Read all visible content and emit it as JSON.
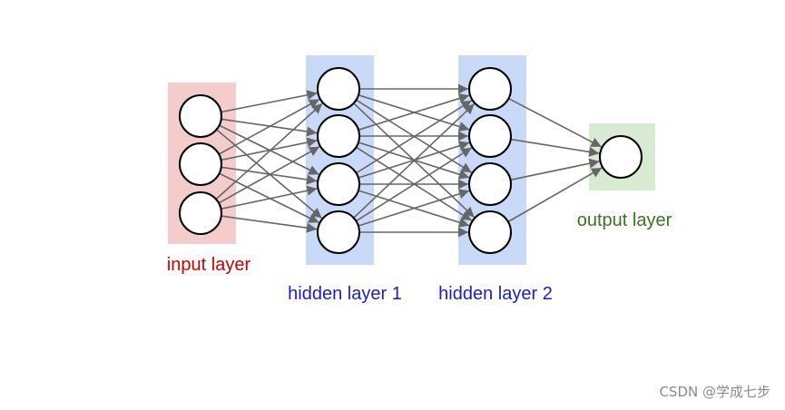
{
  "layers": [
    {
      "id": "input",
      "label": "input layer",
      "neurons": 3,
      "fill": "#f4cccc",
      "label_color": "#cc0000"
    },
    {
      "id": "hidden1",
      "label": "hidden layer 1",
      "neurons": 4,
      "fill": "#c9daf8",
      "label_color": "#1c1cc7"
    },
    {
      "id": "hidden2",
      "label": "hidden layer 2",
      "neurons": 4,
      "fill": "#c9daf8",
      "label_color": "#1c1cc7"
    },
    {
      "id": "output",
      "label": "output layer",
      "neurons": 1,
      "fill": "#d9ead3",
      "label_color": "#38761d"
    }
  ],
  "colors": {
    "edge": "#666666",
    "neuron_stroke": "#000000",
    "neuron_fill": "#ffffff"
  },
  "watermark": "CSDN @学成七步"
}
